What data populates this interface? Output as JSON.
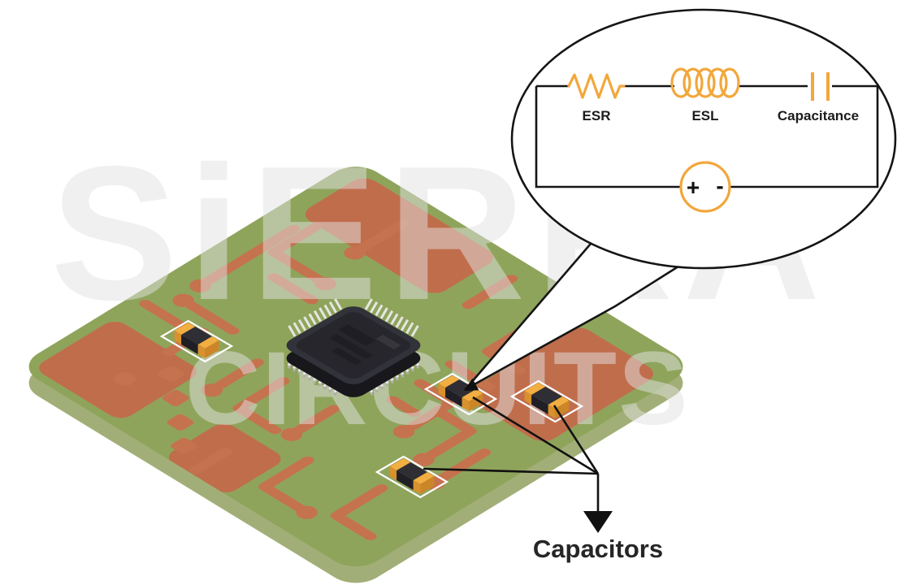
{
  "watermark": {
    "line1": "SiERRA",
    "line2": "CIRCUITS"
  },
  "callout": {
    "esr_label": "ESR",
    "esl_label": "ESL",
    "capacitance_label": "Capacitance",
    "source_plus": "+",
    "source_minus": "-"
  },
  "annotation": {
    "capacitors_label": "Capacitors"
  },
  "colors": {
    "board_green": "#8FA45B",
    "board_side": "#A2AE77",
    "copper": "#C5724F",
    "chip_body": "#2D2D33",
    "capacitor_body": "#2B2B31",
    "capacitor_terminal": "#EFA93C",
    "circuit_accent": "#F2A73B",
    "silkscreen_white": "#FFFFFF",
    "annotation_black": "#111111",
    "watermark_gray": "#E2E2E2"
  }
}
